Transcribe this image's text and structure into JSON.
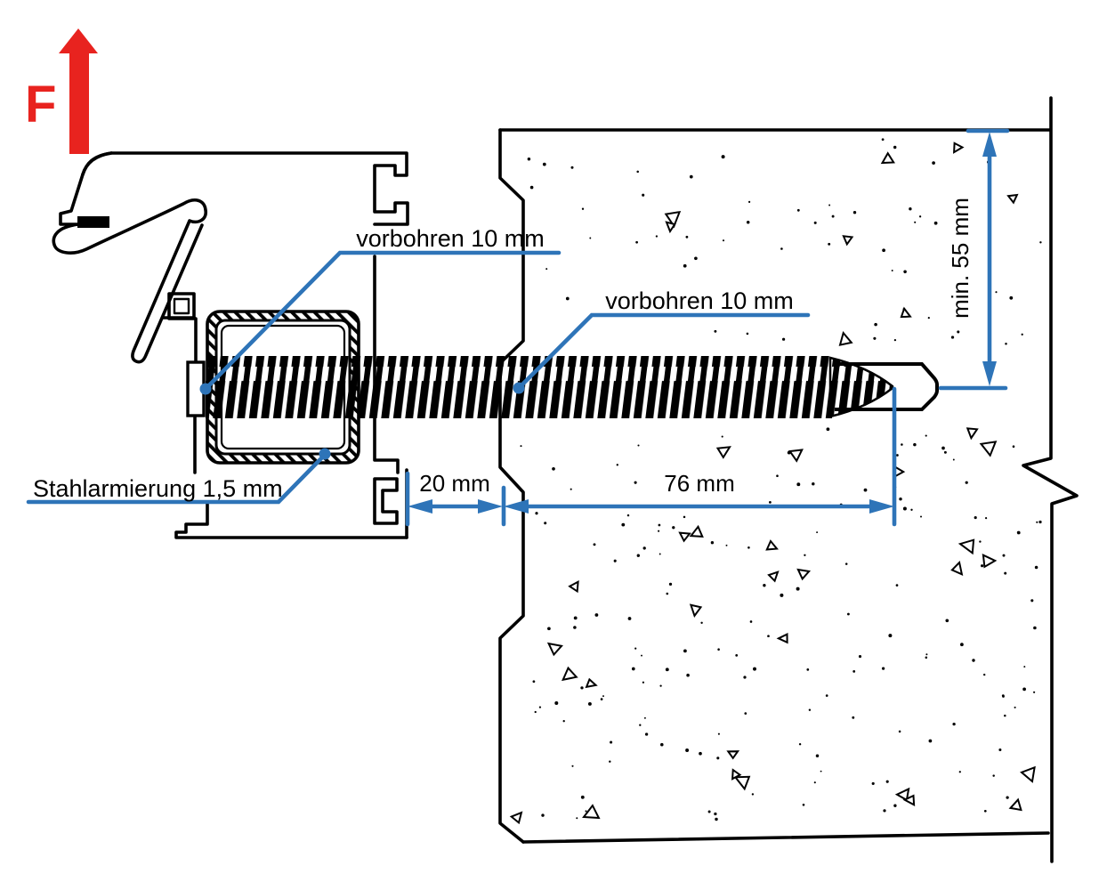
{
  "force": {
    "label": "F",
    "color": "#e8231f"
  },
  "labels": {
    "predrill_top": "vorbohren 10 mm",
    "predrill_right": "vorbohren 10 mm",
    "steel_reinforcement": "Stahlarmierung 1,5 mm"
  },
  "dimensions": {
    "gap": "20 mm",
    "embedment": "76 mm",
    "min_depth": "min. 55 mm"
  },
  "colors": {
    "dimension_blue": "#2E74B8",
    "line_black": "#000000"
  }
}
